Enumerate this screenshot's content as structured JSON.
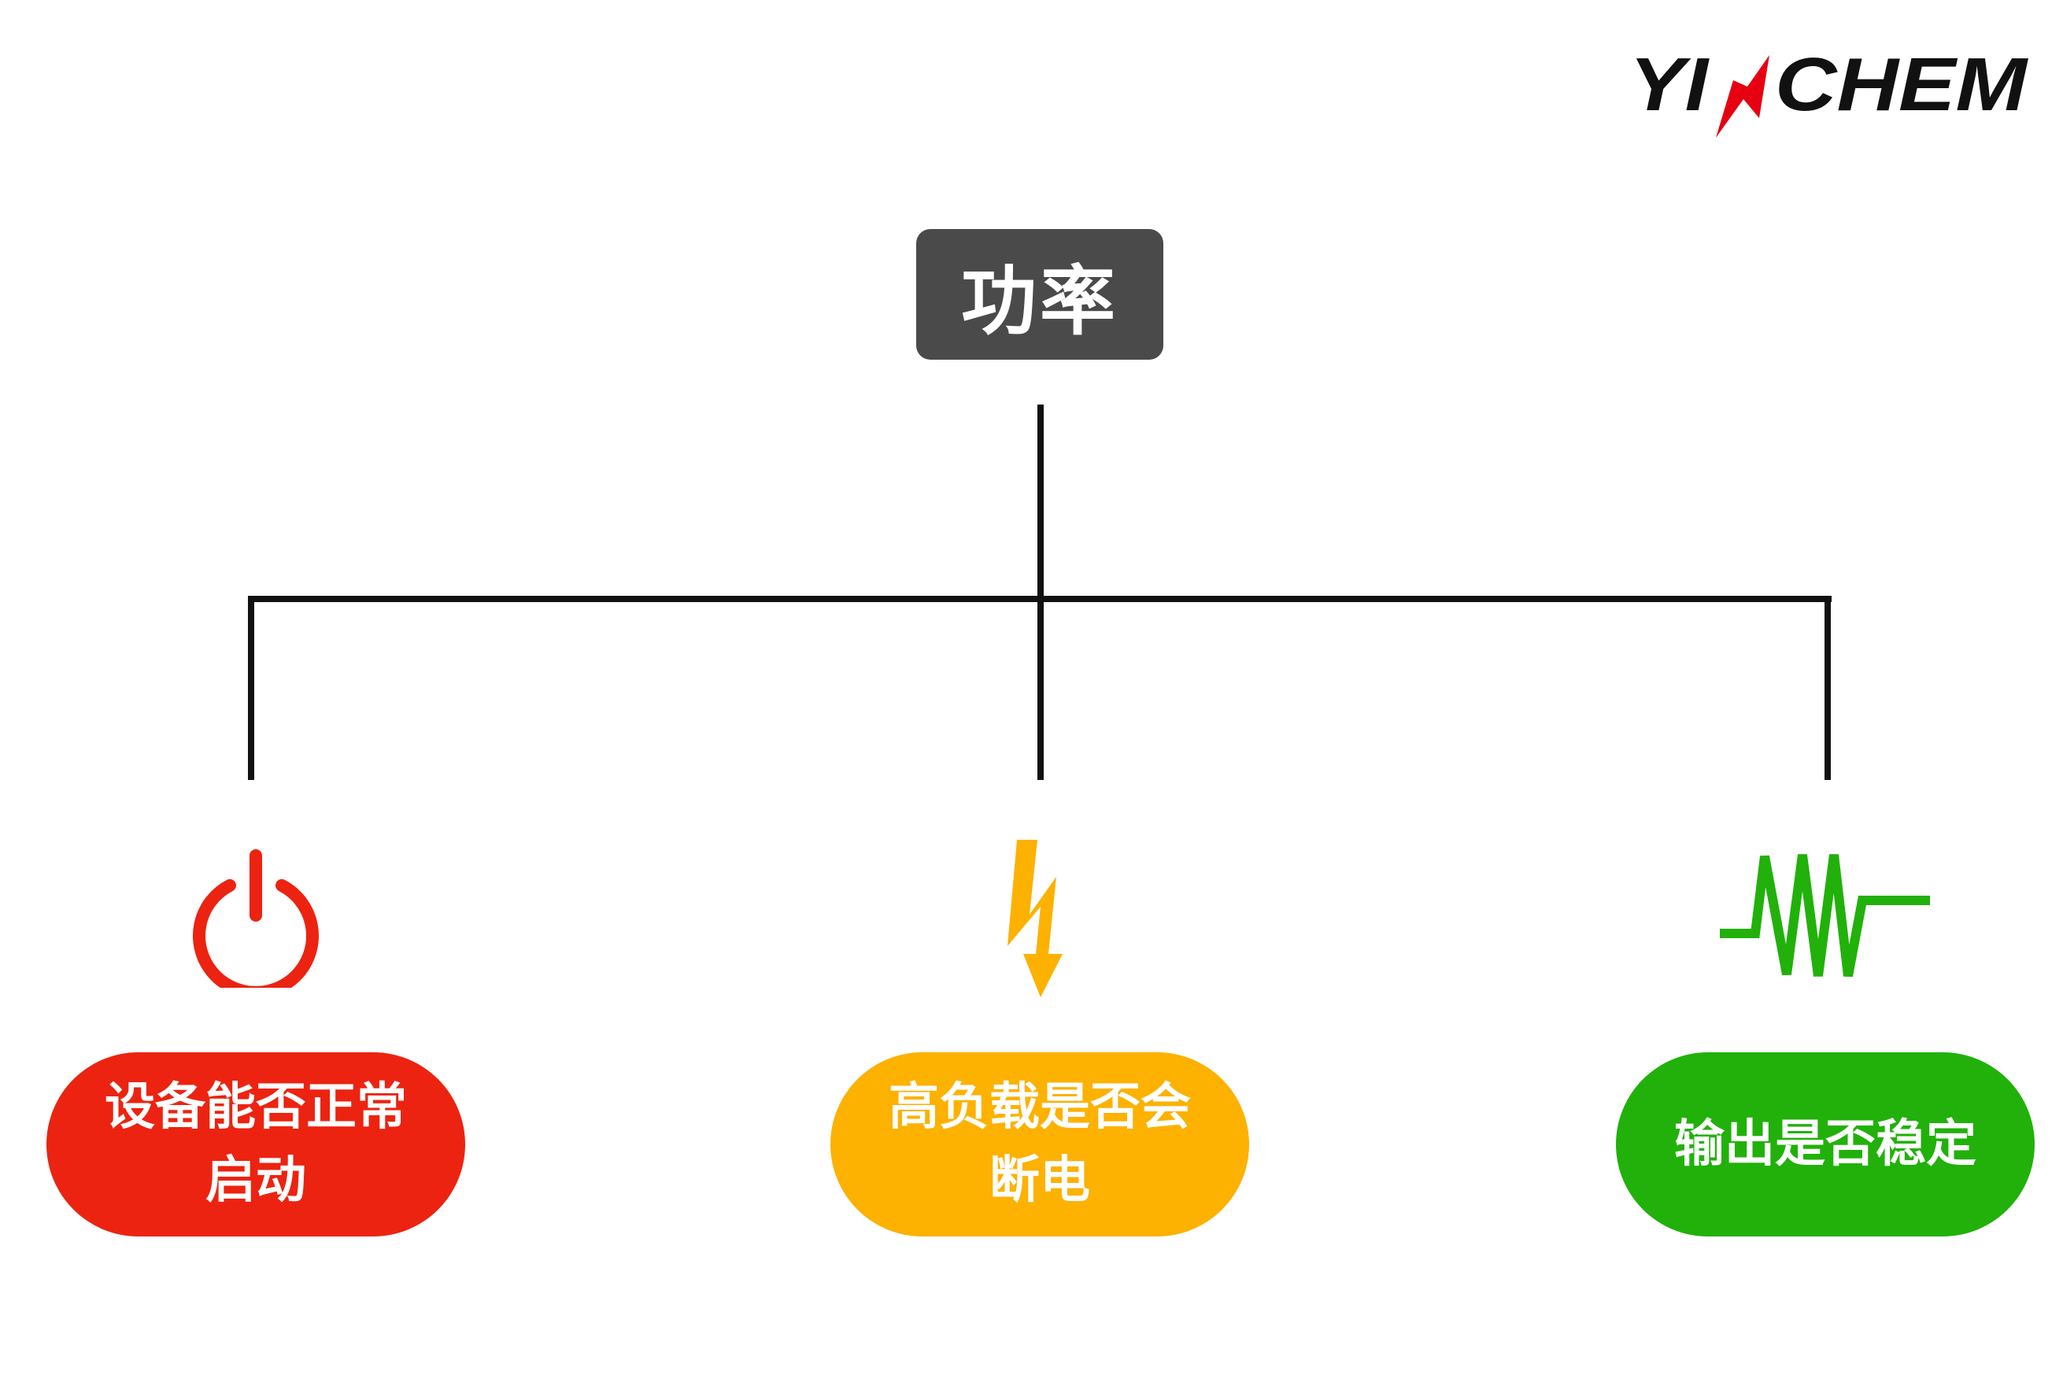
{
  "logo": {
    "text": "YINCHEM",
    "colors": {
      "text": "#111111",
      "accent": "#e60012"
    }
  },
  "root": {
    "label": "功率",
    "color": "#4a4a4a"
  },
  "branches": [
    {
      "icon": "power-icon",
      "line1": "设备能否正常",
      "line2": "启动",
      "color": "#ec2310"
    },
    {
      "icon": "lightning-bolt-icon",
      "line1": "高负载是否会",
      "line2": "断电",
      "color": "#fdb100"
    },
    {
      "icon": "zigzag-signal-icon",
      "line1": "输出是否稳定",
      "line2": "",
      "color": "#21b10a"
    }
  ]
}
